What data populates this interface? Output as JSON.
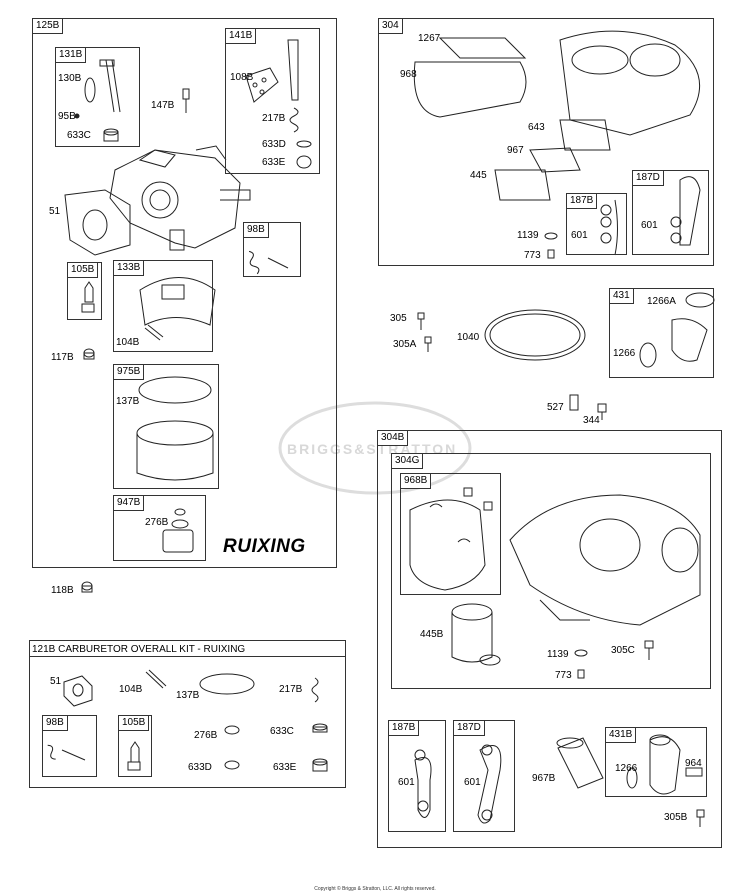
{
  "watermark": "BRIGGS&STRATTON",
  "copyright": "Copyright © Briggs & Stratton, LLC. All rights reserved.",
  "brand": "RUIXING",
  "kit_title": "121B CARBURETOR OVERALL KIT - RUIXING",
  "boxes": {
    "b125B": "125B",
    "b131B": "131B",
    "b141B": "141B",
    "b98B": "98B",
    "b105B": "105B",
    "b133B": "133B",
    "b975B": "975B",
    "b947B": "947B",
    "b304": "304",
    "b187B_top": "187B",
    "b187D_top": "187D",
    "b431": "431",
    "b304B": "304B",
    "b304G": "304G",
    "b968B": "968B",
    "b187B_bot": "187B",
    "b187D_bot": "187D",
    "b431B": "431B",
    "k98B": "98B",
    "k105B": "105B"
  },
  "labels": {
    "l130B": "130B",
    "l95B": "95B",
    "l633C": "633C",
    "l147B": "147B",
    "l108B": "108B",
    "l217B": "217B",
    "l633D": "633D",
    "l633E": "633E",
    "l51": "51",
    "l104B": "104B",
    "l117B": "117B",
    "l137B": "137B",
    "l276B": "276B",
    "l118B": "118B",
    "l1267": "1267",
    "l968": "968",
    "l643": "643",
    "l967": "967",
    "l445": "445",
    "l1139": "1139",
    "l773": "773",
    "l601a": "601",
    "l601b": "601",
    "l305": "305",
    "l305A": "305A",
    "l1040": "1040",
    "l1266A": "1266A",
    "l1266": "1266",
    "l527": "527",
    "l344": "344",
    "l445B": "445B",
    "l1139b": "1139",
    "l773b": "773",
    "l305C": "305C",
    "l601c": "601",
    "l601d": "601",
    "l967B": "967B",
    "l1266b": "1266",
    "l964": "964",
    "l305B": "305B",
    "k51": "51",
    "k104B": "104B",
    "k137B": "137B",
    "k217B": "217B",
    "k276B": "276B",
    "k633C": "633C",
    "k633D": "633D",
    "k633E": "633E"
  }
}
